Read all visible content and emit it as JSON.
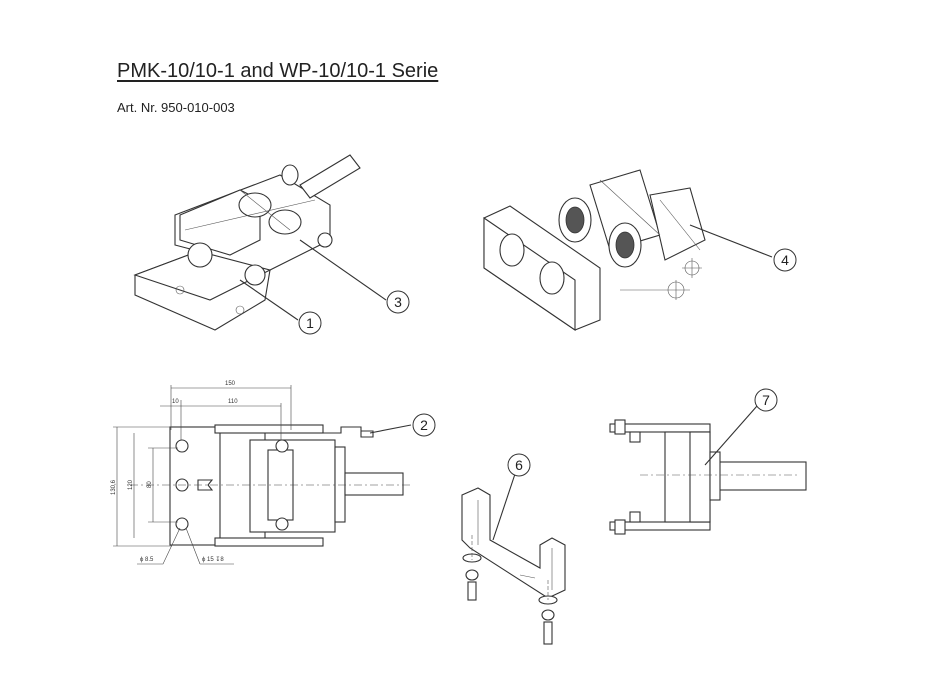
{
  "document": {
    "title": "PMK-10/10-1 and WP-10/10-1 Serie",
    "article_number": "Art. Nr. 950-010-003"
  },
  "callouts": [
    "1",
    "2",
    "3",
    "4",
    "6",
    "7"
  ],
  "dimensions": {
    "width_outer": "150",
    "width_inner": "110",
    "offset": "10",
    "height_outer": "130,6",
    "height_mid": "120",
    "height_inner": "80",
    "hole_small": "ϕ 8.5",
    "hole_large": "ϕ 15 ↧8"
  }
}
